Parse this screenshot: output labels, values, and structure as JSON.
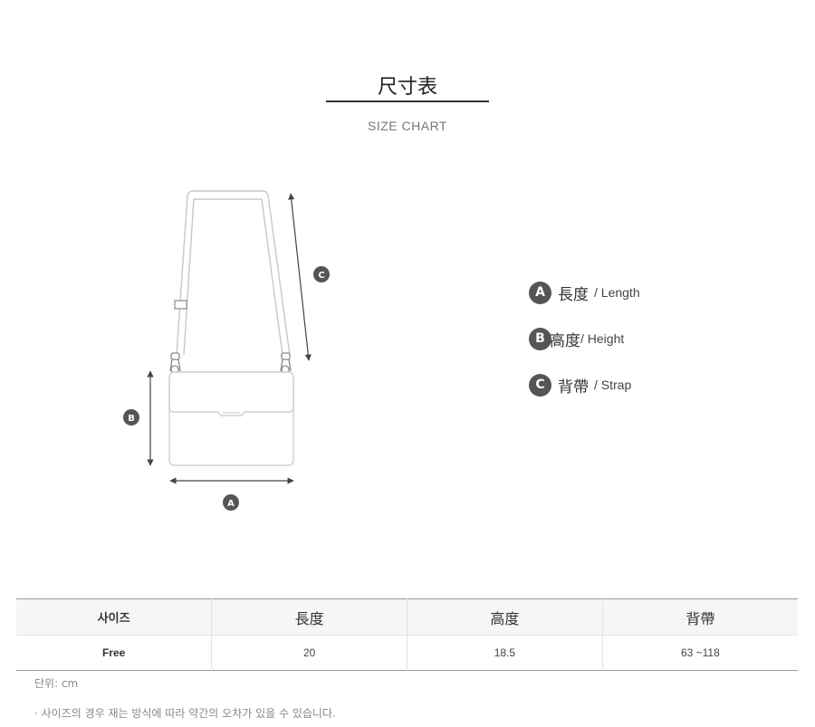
{
  "header": {
    "title": "尺寸表",
    "subtitle": "SIZE CHART"
  },
  "diagram": {
    "markers": {
      "a": "A",
      "b": "B",
      "c": "C"
    }
  },
  "legend": [
    {
      "badge": "A",
      "name": "長度",
      "en": "/ Length"
    },
    {
      "badge": "B",
      "name": "高度",
      "en": "/ Height"
    },
    {
      "badge": "C",
      "name": "背帶",
      "en": "/ Strap"
    }
  ],
  "table": {
    "headers": [
      "사이즈",
      "長度",
      "高度",
      "背帶"
    ],
    "rows": [
      [
        "Free",
        "20",
        "18.5",
        "63 ~118"
      ]
    ]
  },
  "footer": {
    "unit": "단위: cm",
    "note": "· 사이즈의 경우 재는 방식에 따라 약간의 오차가 있을 수 있습니다."
  },
  "colors": {
    "badge": "#555555",
    "outline": "#cccccc",
    "arrow": "#444444"
  }
}
